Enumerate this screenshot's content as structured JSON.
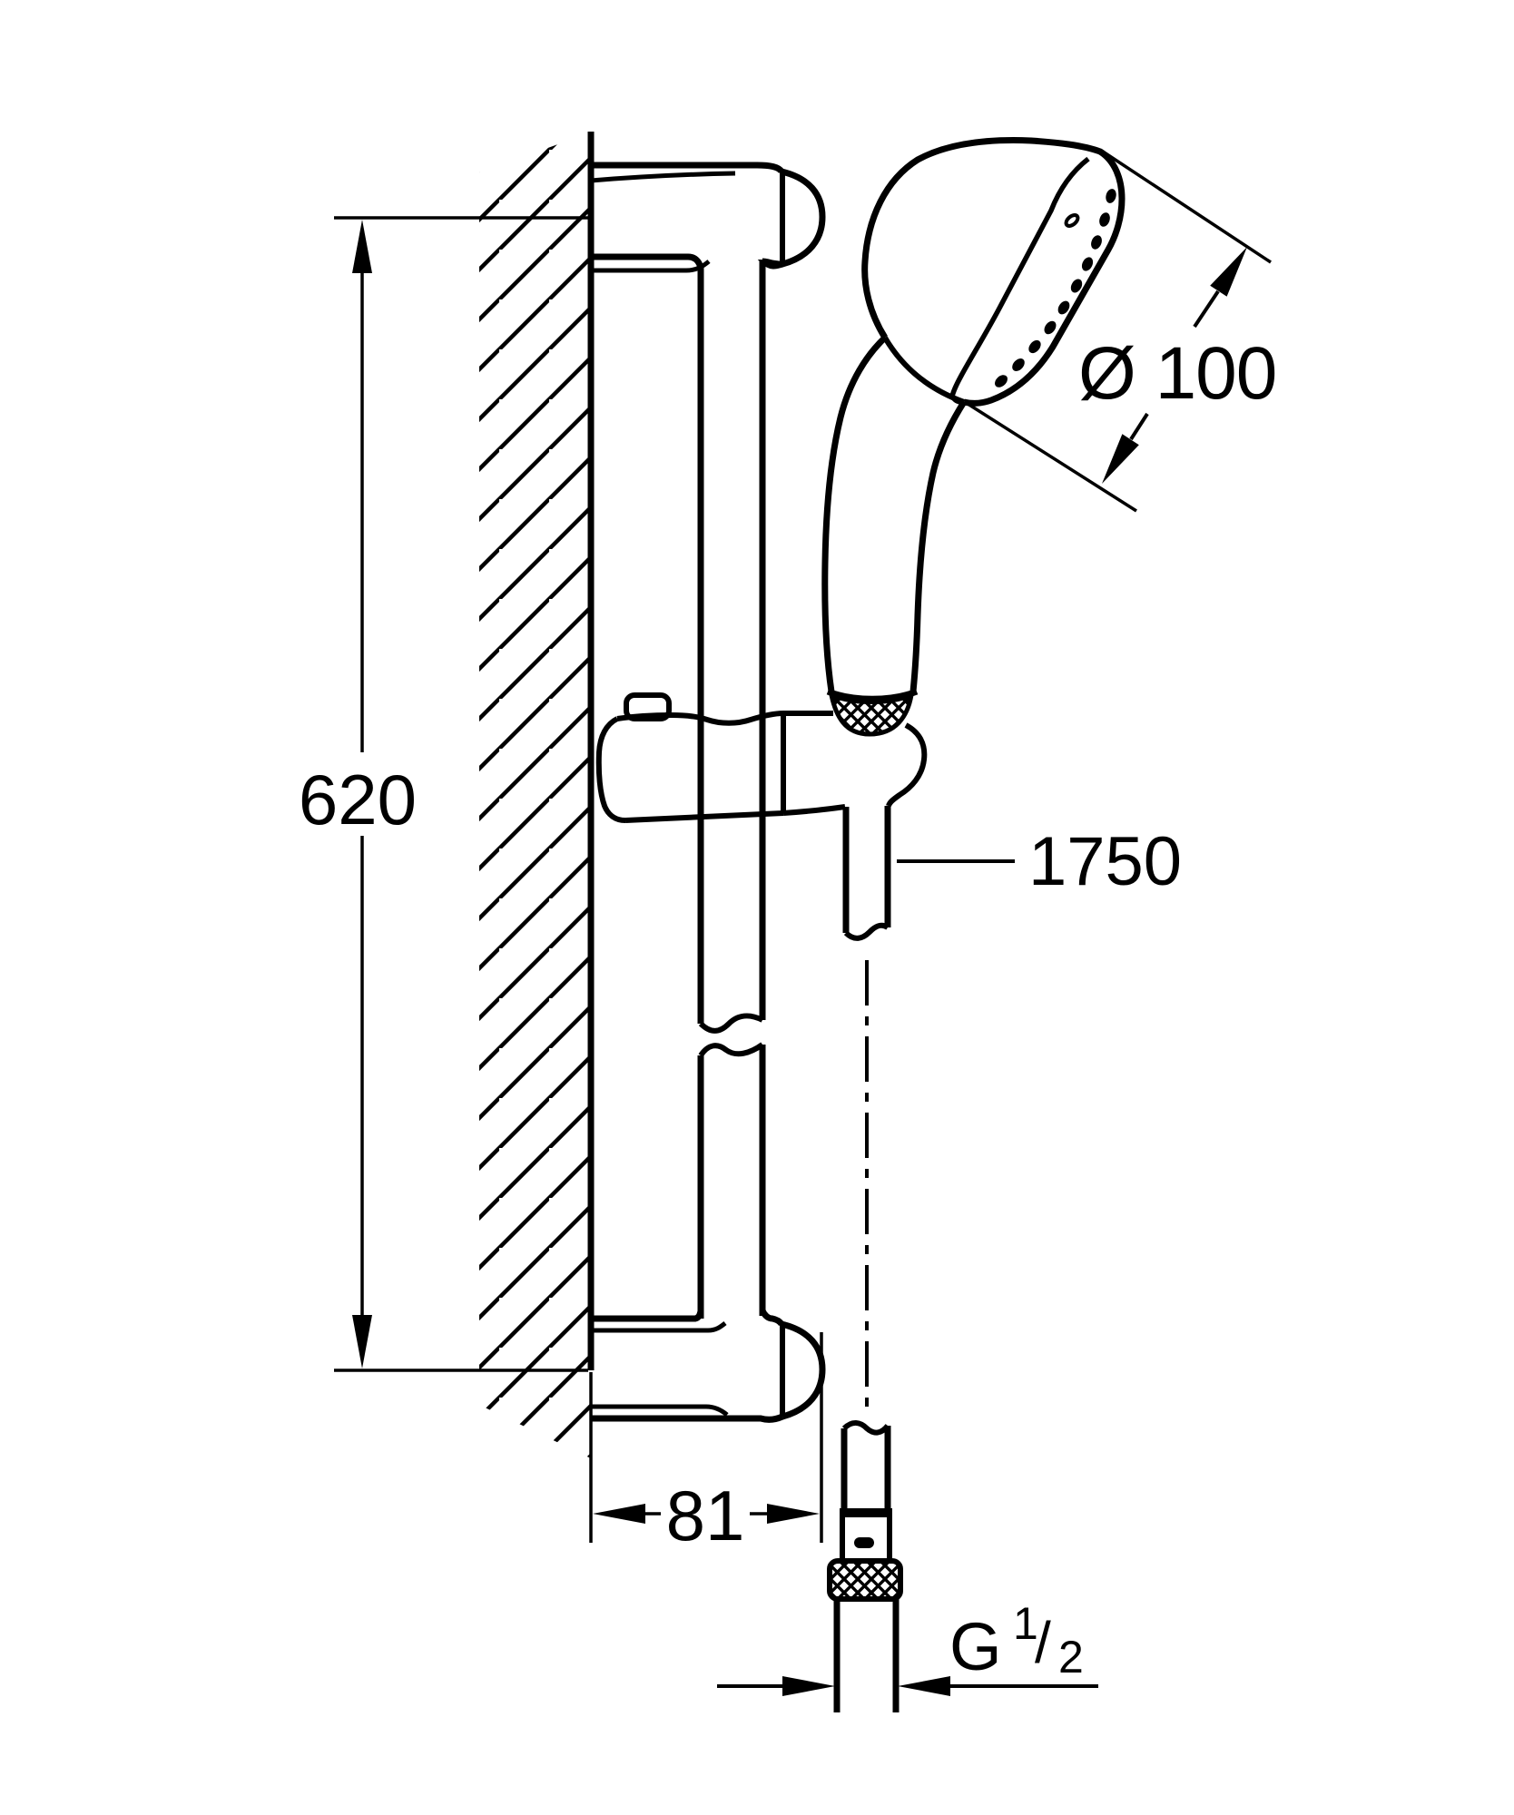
{
  "drawing": {
    "kind": "technical-dimension-drawing",
    "colors": {
      "line": "#000000",
      "background": "#ffffff"
    },
    "dimensions": {
      "rail_length": "620",
      "head_diameter": "Ø 100",
      "hose_length": "1750",
      "bracket_depth": "81",
      "thread": {
        "letter": "G",
        "numerator": "1",
        "slash": "/",
        "denominator": "2"
      }
    }
  }
}
